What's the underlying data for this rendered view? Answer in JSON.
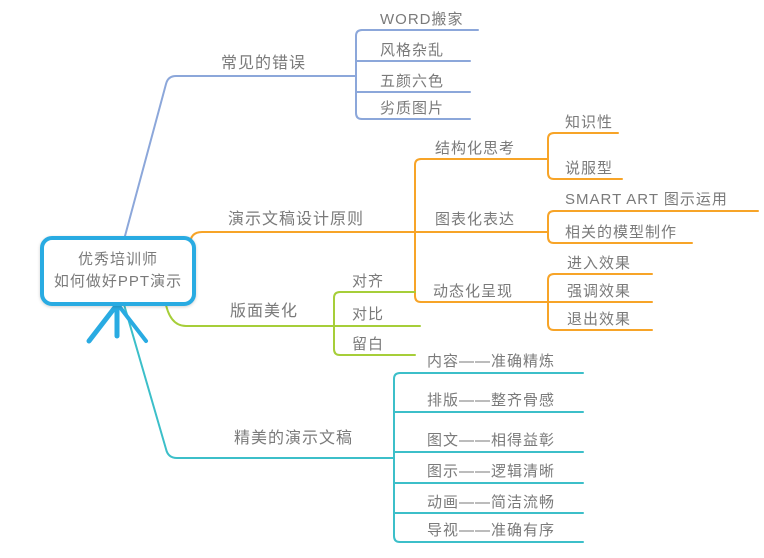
{
  "root": {
    "title_line1": "优秀培训师",
    "title_line2": "如何做好PPT演示"
  },
  "branches": [
    {
      "label": "常见的错误",
      "color": "#8ca7da",
      "children": [
        {
          "label": "WORD搬家"
        },
        {
          "label": "风格杂乱"
        },
        {
          "label": "五颜六色"
        },
        {
          "label": "劣质图片"
        }
      ]
    },
    {
      "label": "演示文稿设计原则",
      "color": "#f7a428",
      "children": [
        {
          "label": "结构化思考",
          "children": [
            {
              "label": "知识性"
            },
            {
              "label": "说服型"
            }
          ]
        },
        {
          "label": "图表化表达",
          "children": [
            {
              "label": "SMART ART 图示运用"
            },
            {
              "label": "相关的模型制作"
            }
          ]
        },
        {
          "label": "动态化呈现",
          "children": [
            {
              "label": "进入效果"
            },
            {
              "label": "强调效果"
            },
            {
              "label": "退出效果"
            }
          ]
        }
      ]
    },
    {
      "label": "版面美化",
      "color": "#a6ce39",
      "children": [
        {
          "label": "对齐"
        },
        {
          "label": "对比"
        },
        {
          "label": "留白"
        }
      ]
    },
    {
      "label": "精美的演示文稿",
      "color": "#3cbfc9",
      "children": [
        {
          "label": "内容——准确精炼"
        },
        {
          "label": "排版——整齐骨感"
        },
        {
          "label": "图文——相得益彰"
        },
        {
          "label": "图示——逻辑清晰"
        },
        {
          "label": "动画——简洁流畅"
        },
        {
          "label": "导视——准确有序"
        }
      ]
    }
  ],
  "colors": {
    "root_border": "#29abe2",
    "branch_blue": "#8ca7da",
    "branch_orange": "#f7a428",
    "branch_green": "#a6ce39",
    "branch_teal": "#3cbfc9",
    "text": "#7a7a7a"
  }
}
